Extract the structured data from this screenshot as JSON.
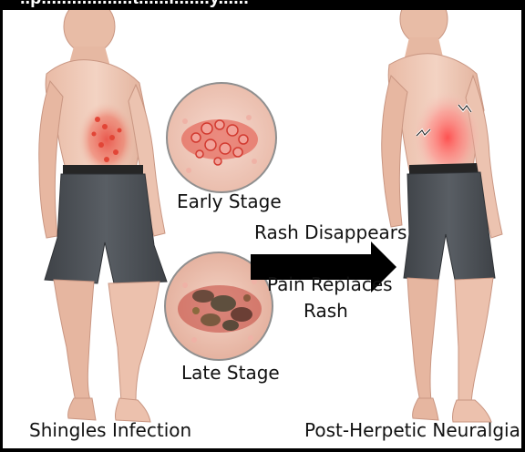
{
  "header": {
    "partial_text": "..p..................t......l.......y......"
  },
  "labels": {
    "early_stage": "Early Stage",
    "late_stage": "Late Stage",
    "rash_disappears": "Rash Disappears",
    "pain_replaces_line1": "Pain Replaces",
    "pain_replaces_line2": "Rash",
    "left_caption": "Shingles Infection",
    "right_caption": "Post-Herpetic Neuralgia"
  },
  "colors": {
    "skin": "#efc8b6",
    "shorts": "#4c5055",
    "belt": "#262626",
    "rash": "#e2463a",
    "pain_glow": "#ff5a5a",
    "arrow": "#000000"
  }
}
